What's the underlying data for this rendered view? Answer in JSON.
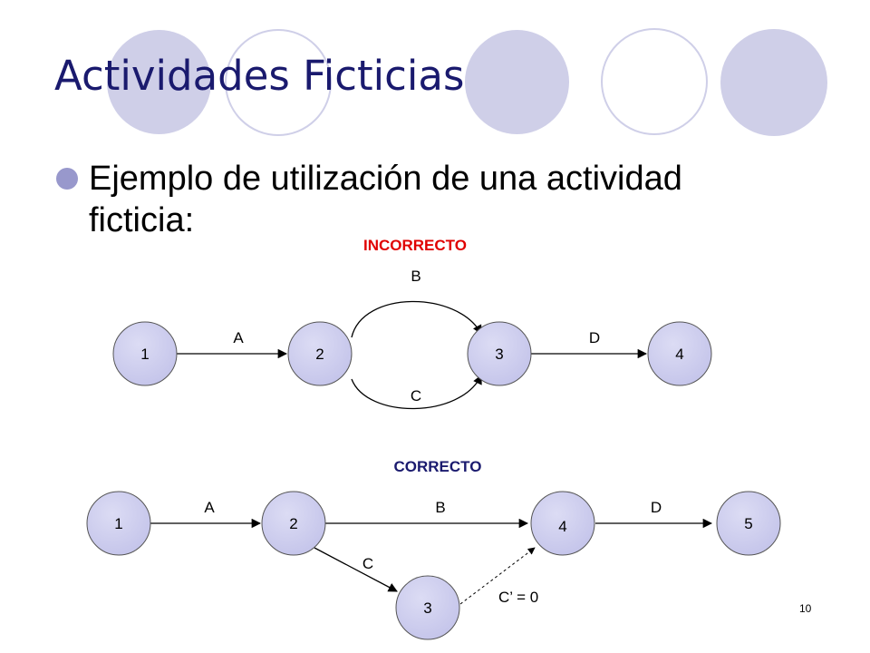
{
  "slide": {
    "title": "Actividades Ficticias",
    "bullet": "Ejemplo de utilización de una actividad ficticia:",
    "page_number": "10"
  },
  "colors": {
    "title": "#1a1a6e",
    "deco": "#cfcfe8",
    "bullet": "#9898cc",
    "node_fill": "#c8c8ec",
    "incorrect_label": "#e00000"
  },
  "incorrect": {
    "label": "INCORRECTO",
    "nodes": [
      "1",
      "2",
      "3",
      "4"
    ],
    "activities": {
      "a": "A",
      "b": "B",
      "c": "C",
      "d": "D"
    }
  },
  "correct": {
    "label": "CORRECTO",
    "nodes": [
      "1",
      "2",
      "4",
      "5",
      "3"
    ],
    "activities": {
      "a": "A",
      "b": "B",
      "c": "C",
      "d": "D",
      "dummy": "C’ = 0"
    }
  }
}
